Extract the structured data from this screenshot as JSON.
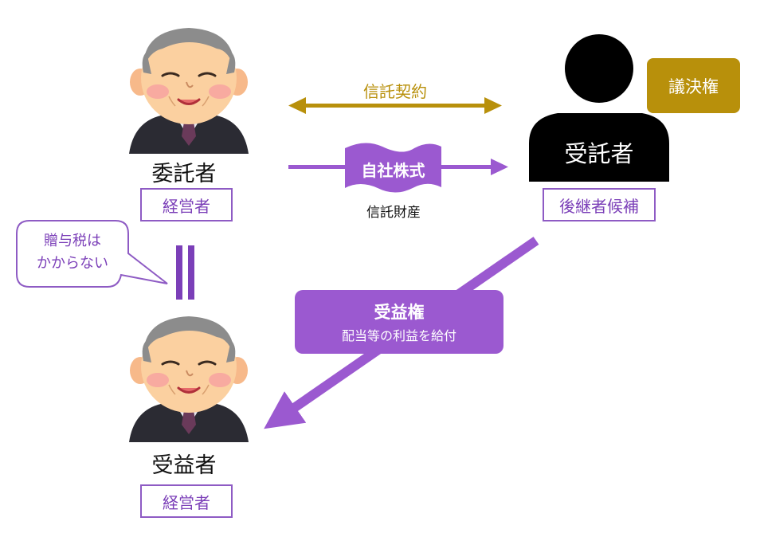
{
  "settlor": {
    "label": "委託者",
    "tag": "経営者"
  },
  "beneficiary": {
    "label": "受益者",
    "tag": "経営者"
  },
  "trustee": {
    "label": "受託者",
    "tag": "後継者候補"
  },
  "trust_contract": {
    "label": "信託契約"
  },
  "trust_property": {
    "shares_label": "自社株式",
    "caption": "信託財産"
  },
  "voting_right": {
    "label": "議決権"
  },
  "benefit_right": {
    "title": "受益権",
    "description": "配当等の利益を給付"
  },
  "gift_tax_bubble": {
    "line1": "贈与税は",
    "line2": "かからない"
  },
  "colors": {
    "purple": "#9b59d0",
    "gold": "#b8900b",
    "black": "#000000"
  }
}
